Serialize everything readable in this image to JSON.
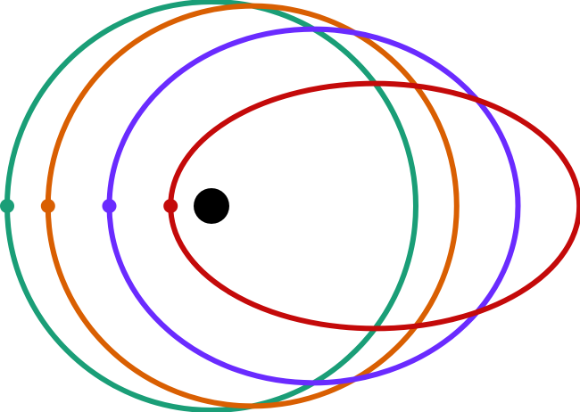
{
  "diagram": {
    "central_body_color": "#000000",
    "orbits": [
      {
        "eccentricity": 0.0,
        "color": "#1a9e77"
      },
      {
        "eccentricity": 0.2,
        "color": "#d95f02"
      },
      {
        "eccentricity": 0.5,
        "color": "#6a2bff"
      },
      {
        "eccentricity": 0.8,
        "color": "#c40a0a"
      }
    ]
  }
}
